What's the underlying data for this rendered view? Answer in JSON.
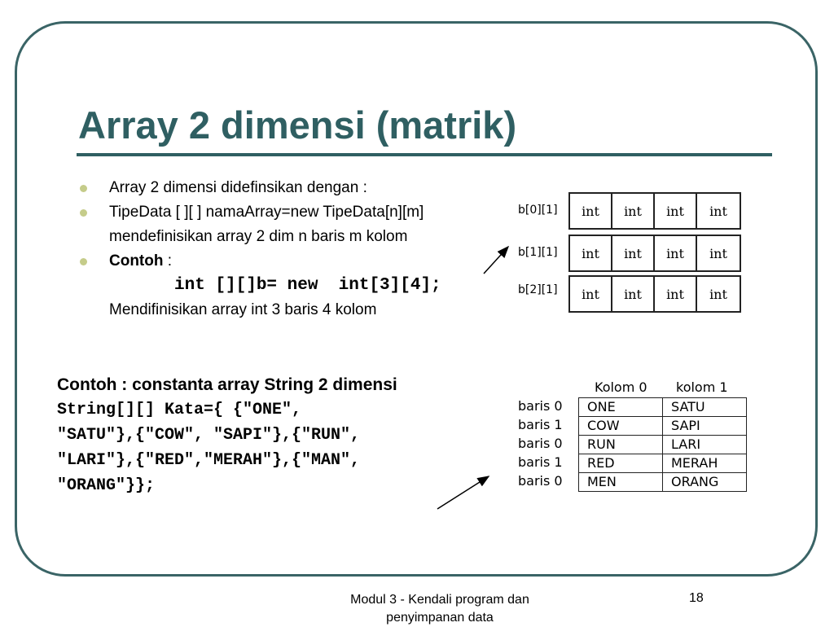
{
  "slide": {
    "title": "Array 2 dimensi (matrik)",
    "bullets": [
      {
        "text": "Array 2 dimensi didefinsikan dengan :"
      },
      {
        "text": "TipeData [ ][ ] namaArray=new TipeData[n][m] mendefinisikan array 2 dim n baris m kolom"
      },
      {
        "label": "Contoh",
        "suffix": " :"
      }
    ],
    "code1": "int [][]b= new  int[3][4];",
    "desc1": "Mendifinisikan array int 3 baris 4 kolom",
    "example2": {
      "heading": "Contoh : constanta array String 2 dimensi",
      "code_lines": [
        "String[][] Kata={ {\"ONE\",",
        "\"SATU\"},{\"COW\", \"SAPI\"},{\"RUN\",",
        "\"LARI\"},{\"RED\",\"MERAH\"},{\"MAN\",",
        "\"ORANG\"}};"
      ]
    },
    "int_grid": {
      "row_labels": [
        "b[0][1]",
        "b[1][1]",
        "b[2][1]"
      ],
      "cell_text": "int",
      "columns": 4
    },
    "string_table": {
      "col_headers": [
        "Kolom 0",
        "kolom 1"
      ],
      "row_labels": [
        "baris 0",
        "baris 1",
        "baris 0",
        "baris 1",
        "baris 0"
      ],
      "rows": [
        [
          "ONE",
          "SATU"
        ],
        [
          "COW",
          "SAPI"
        ],
        [
          "RUN",
          "LARI"
        ],
        [
          "RED",
          "MERAH"
        ],
        [
          "MEN",
          "ORANG"
        ]
      ]
    },
    "footer": "Modul 3 - Kendali program dan penyimpanan data",
    "page_number": "18",
    "colors": {
      "title": "#2f5f62",
      "frame": "#3a6466",
      "bullet": "#c5cc8a"
    }
  }
}
